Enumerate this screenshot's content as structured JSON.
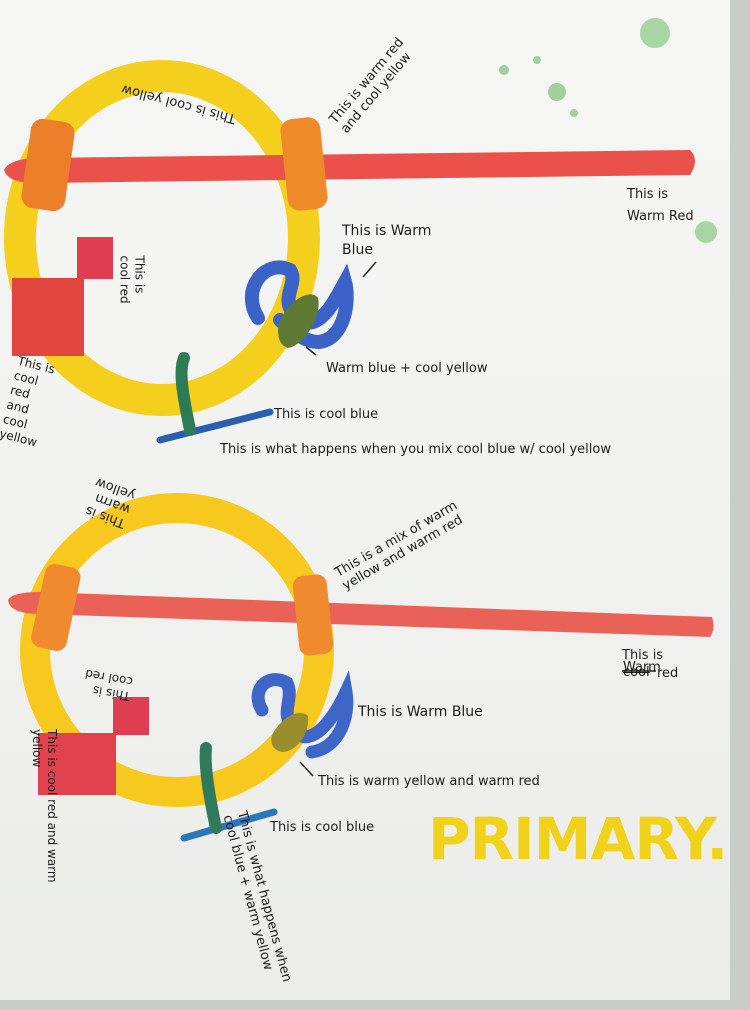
{
  "colors": {
    "yellow": "#f4cf1d",
    "warm_red": "#e9514a",
    "cool_red": "#dd3d4d",
    "orange_mix": "#ec7f2a",
    "blue": "#3b62c6",
    "green_mix": "#5e7a35",
    "paint_drops": "#8fc78a"
  },
  "top_diagram": {
    "ring_label": "This is cool yellow",
    "mix_red_yellow": "This is warm red and cool yellow",
    "red_bar_label": "This is Warm Red",
    "blue_label": "This is Warm Blue",
    "small_square_label": "This is cool red",
    "big_square_label": "This is cool red and cool yellow",
    "green_mix_label": "Warm blue + cool yellow",
    "cool_blue_label": "This is cool blue",
    "bottom_note": "This is what happens when you mix cool blue w/ cool yellow"
  },
  "bottom_diagram": {
    "ring_label": "This is warm yellow",
    "mix_label": "This is a mix of warm yellow and warm red",
    "red_bar_label_line1": "This is",
    "red_bar_label_warm": "Warm",
    "red_bar_label_crossed": "cool",
    "red_bar_label_end": "red",
    "small_square_label": "This is cool red",
    "big_square_label": "This is cool red and warm yellow",
    "blue_label": "This is Warm Blue",
    "mix_arrow_label": "This is warm yellow and warm red",
    "cool_blue_label": "This is cool blue",
    "bottom_note": "This is what happens when cool blue + warm yellow"
  },
  "title": "PRIMARY."
}
